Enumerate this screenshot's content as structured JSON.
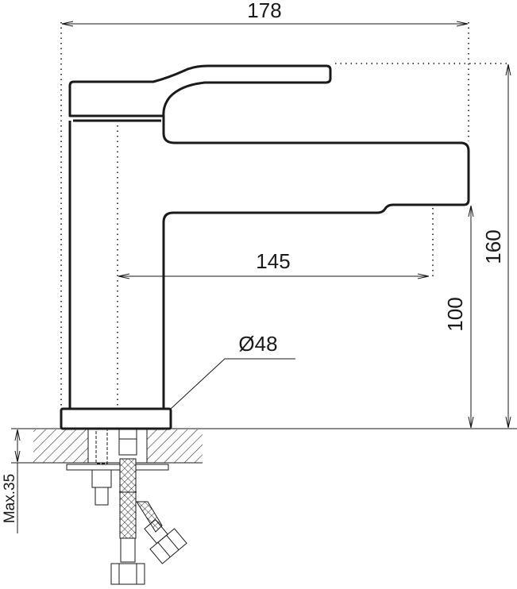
{
  "drawing": {
    "dimensions": {
      "overall_length": "178",
      "spout_reach": "145",
      "overall_height": "160",
      "spout_height": "100",
      "base_diameter": "Ø48",
      "max_counter_thickness": "Max.35"
    },
    "line_color": "#1a1a1a"
  }
}
